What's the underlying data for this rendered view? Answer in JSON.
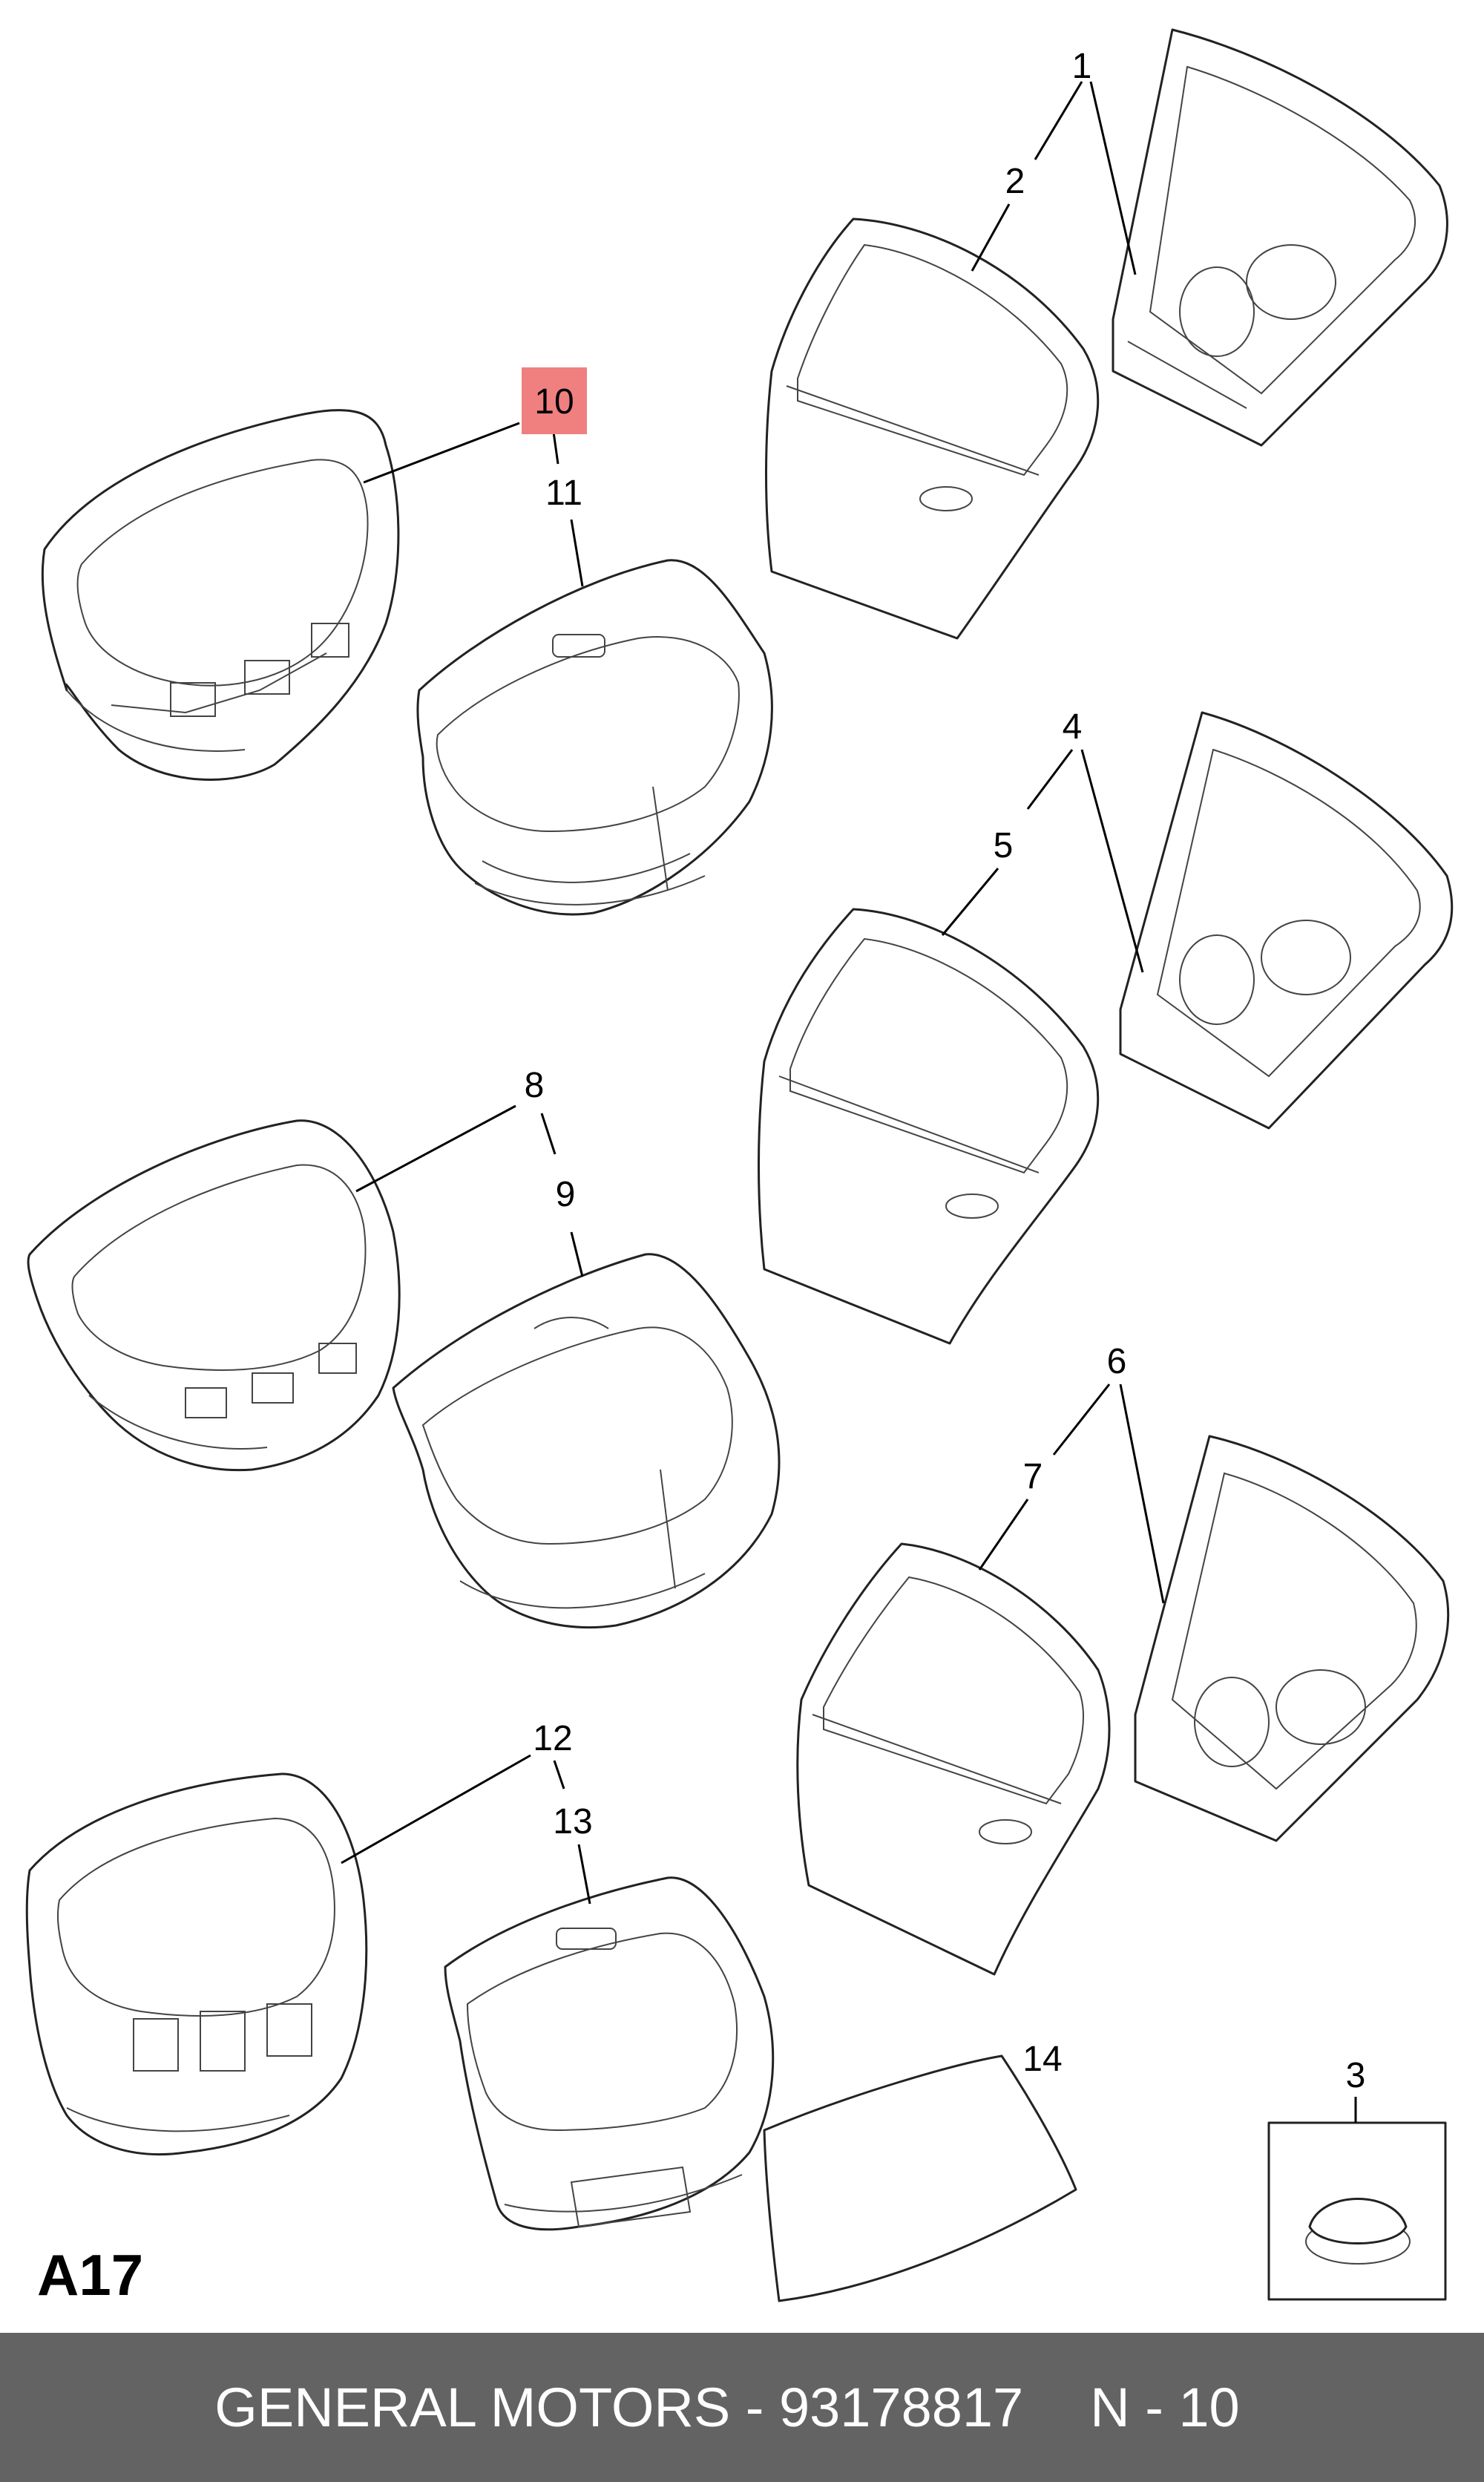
{
  "callouts": [
    {
      "id": "1",
      "label": "1"
    },
    {
      "id": "2",
      "label": "2"
    },
    {
      "id": "3",
      "label": "3"
    },
    {
      "id": "4",
      "label": "4"
    },
    {
      "id": "5",
      "label": "5"
    },
    {
      "id": "6",
      "label": "6"
    },
    {
      "id": "7",
      "label": "7"
    },
    {
      "id": "8",
      "label": "8"
    },
    {
      "id": "9",
      "label": "9"
    },
    {
      "id": "10",
      "label": "10",
      "highlighted": true
    },
    {
      "id": "11",
      "label": "11"
    },
    {
      "id": "12",
      "label": "12"
    },
    {
      "id": "13",
      "label": "13"
    },
    {
      "id": "14",
      "label": "14"
    }
  ],
  "highlight_color": "#f08080",
  "diagram_code": "A17",
  "footer": {
    "brand_part": "GENERAL MOTORS - 93178817",
    "ref": "N - 10"
  }
}
